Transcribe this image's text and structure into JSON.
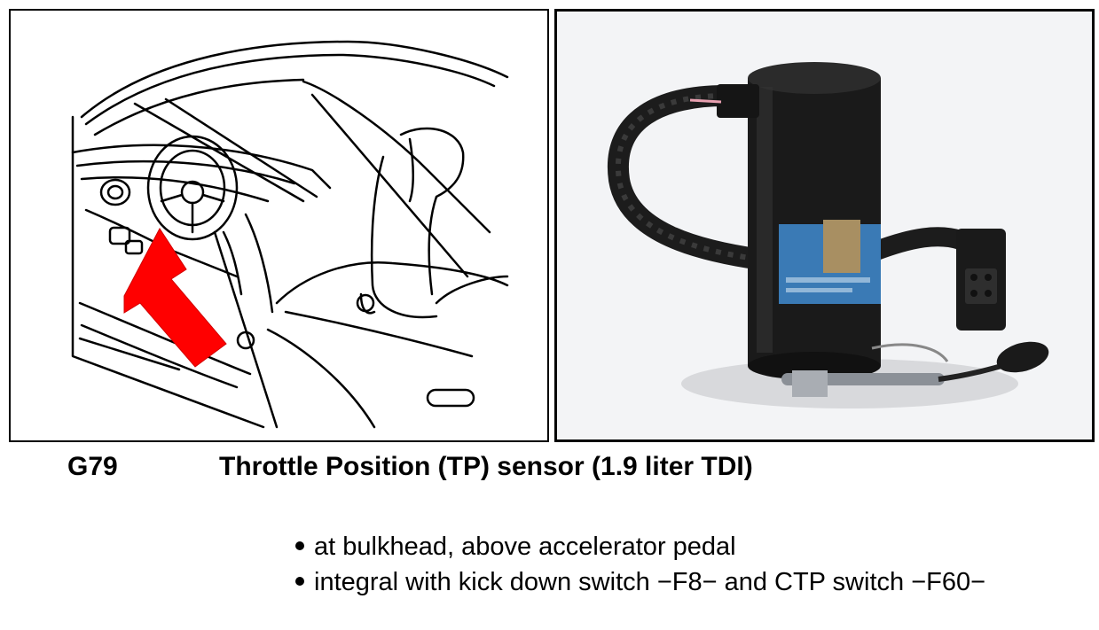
{
  "component": {
    "code": "G79",
    "title": "Throttle Position (TP) sensor (1.9 liter TDI)"
  },
  "notes": [
    "at bulkhead, above accelerator pedal",
    "integral with kick down switch −F8− and CTP switch −F60−"
  ],
  "illustrations": {
    "location_drawing": {
      "subject": "car interior line drawing",
      "arrow_color": "#ff0000"
    },
    "sensor_photo": {
      "subject": "throttle position sensor",
      "body_color": "#1a1a1a",
      "label_color": "#3a7ab5"
    }
  }
}
